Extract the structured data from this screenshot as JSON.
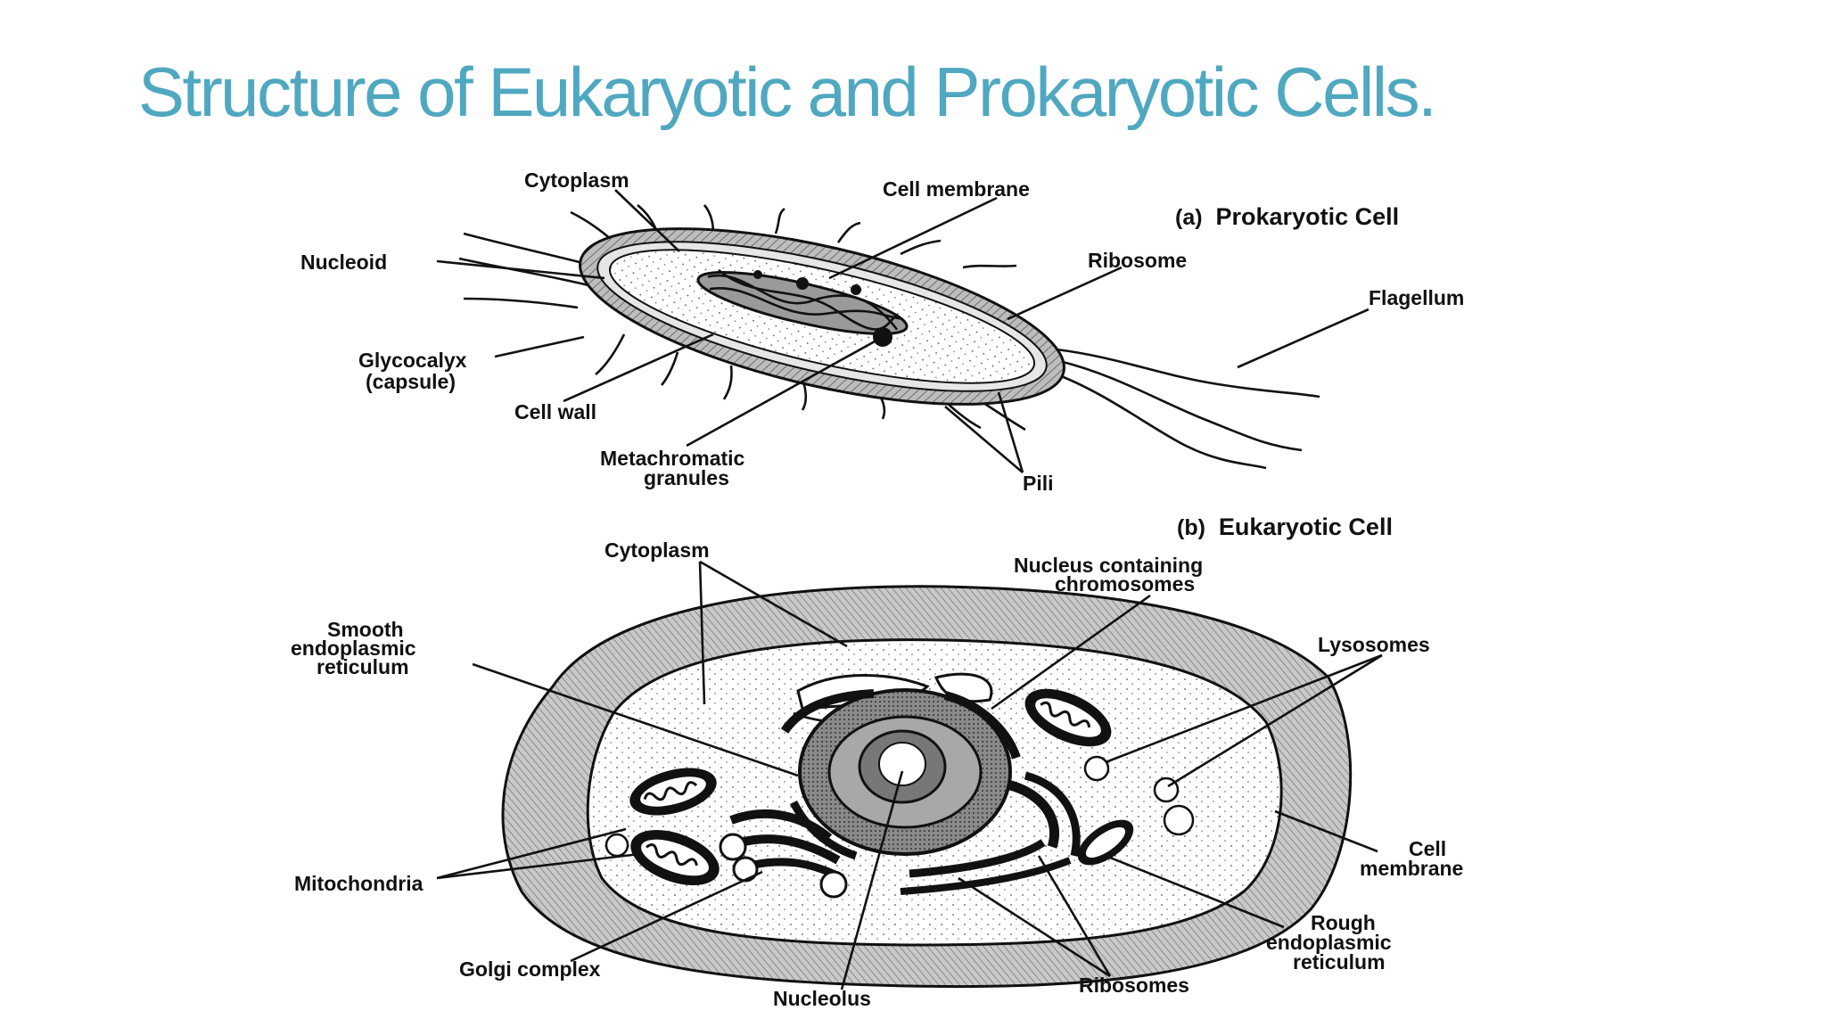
{
  "slide": {
    "title": "Structure of Eukaryotic and Prokaryotic Cells.",
    "title_color": "#4fa8c0"
  },
  "prokaryotic": {
    "caption_prefix": "(a)",
    "caption": "Prokaryotic Cell",
    "labels": {
      "cytoplasm": "Cytoplasm",
      "cell_membrane": "Cell membrane",
      "nucleoid": "Nucleoid",
      "ribosome": "Ribosome",
      "flagellum": "Flagellum",
      "glycocalyx_1": "Glycocalyx",
      "glycocalyx_2": "(capsule)",
      "cell_wall": "Cell wall",
      "metachromatic_1": "Metachromatic",
      "metachromatic_2": "granules",
      "pili": "Pili"
    }
  },
  "eukaryotic": {
    "caption_prefix": "(b)",
    "caption": "Eukaryotic Cell",
    "labels": {
      "cytoplasm": "Cytoplasm",
      "nucleus_1": "Nucleus containing",
      "nucleus_2": "chromosomes",
      "smooth_er_1": "Smooth",
      "smooth_er_2": "endoplasmic",
      "smooth_er_3": "reticulum",
      "lysosomes": "Lysosomes",
      "cell_membrane_1": "Cell",
      "cell_membrane_2": "membrane",
      "mitochondria": "Mitochondria",
      "rough_er_1": "Rough",
      "rough_er_2": "endoplasmic",
      "rough_er_3": "reticulum",
      "golgi": "Golgi complex",
      "nucleolus": "Nucleolus",
      "ribosomes": "Ribosomes"
    }
  }
}
